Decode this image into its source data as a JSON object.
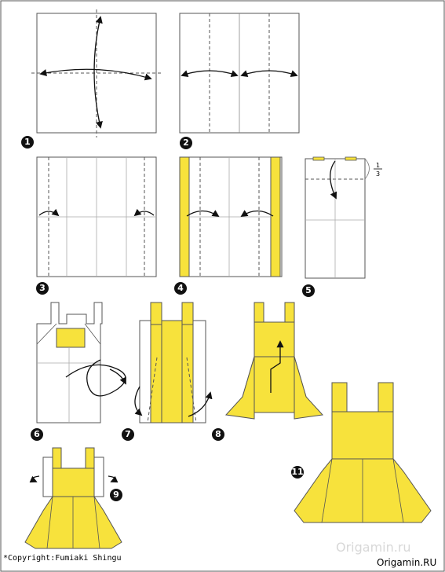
{
  "steps": [
    "1",
    "2",
    "3",
    "4",
    "5",
    "6",
    "7",
    "8",
    "9",
    "11"
  ],
  "fraction": {
    "numerator": "1",
    "denominator": "3"
  },
  "copyright": "*Copyright:Fumiaki Shingu",
  "watermark": "Origamin.ru",
  "site": "Origamin.RU",
  "colors": {
    "paper_white": "#ffffff",
    "paper_yellow": "#f7e23c",
    "line": "#4a4a4a",
    "number_badge": "#111111"
  }
}
